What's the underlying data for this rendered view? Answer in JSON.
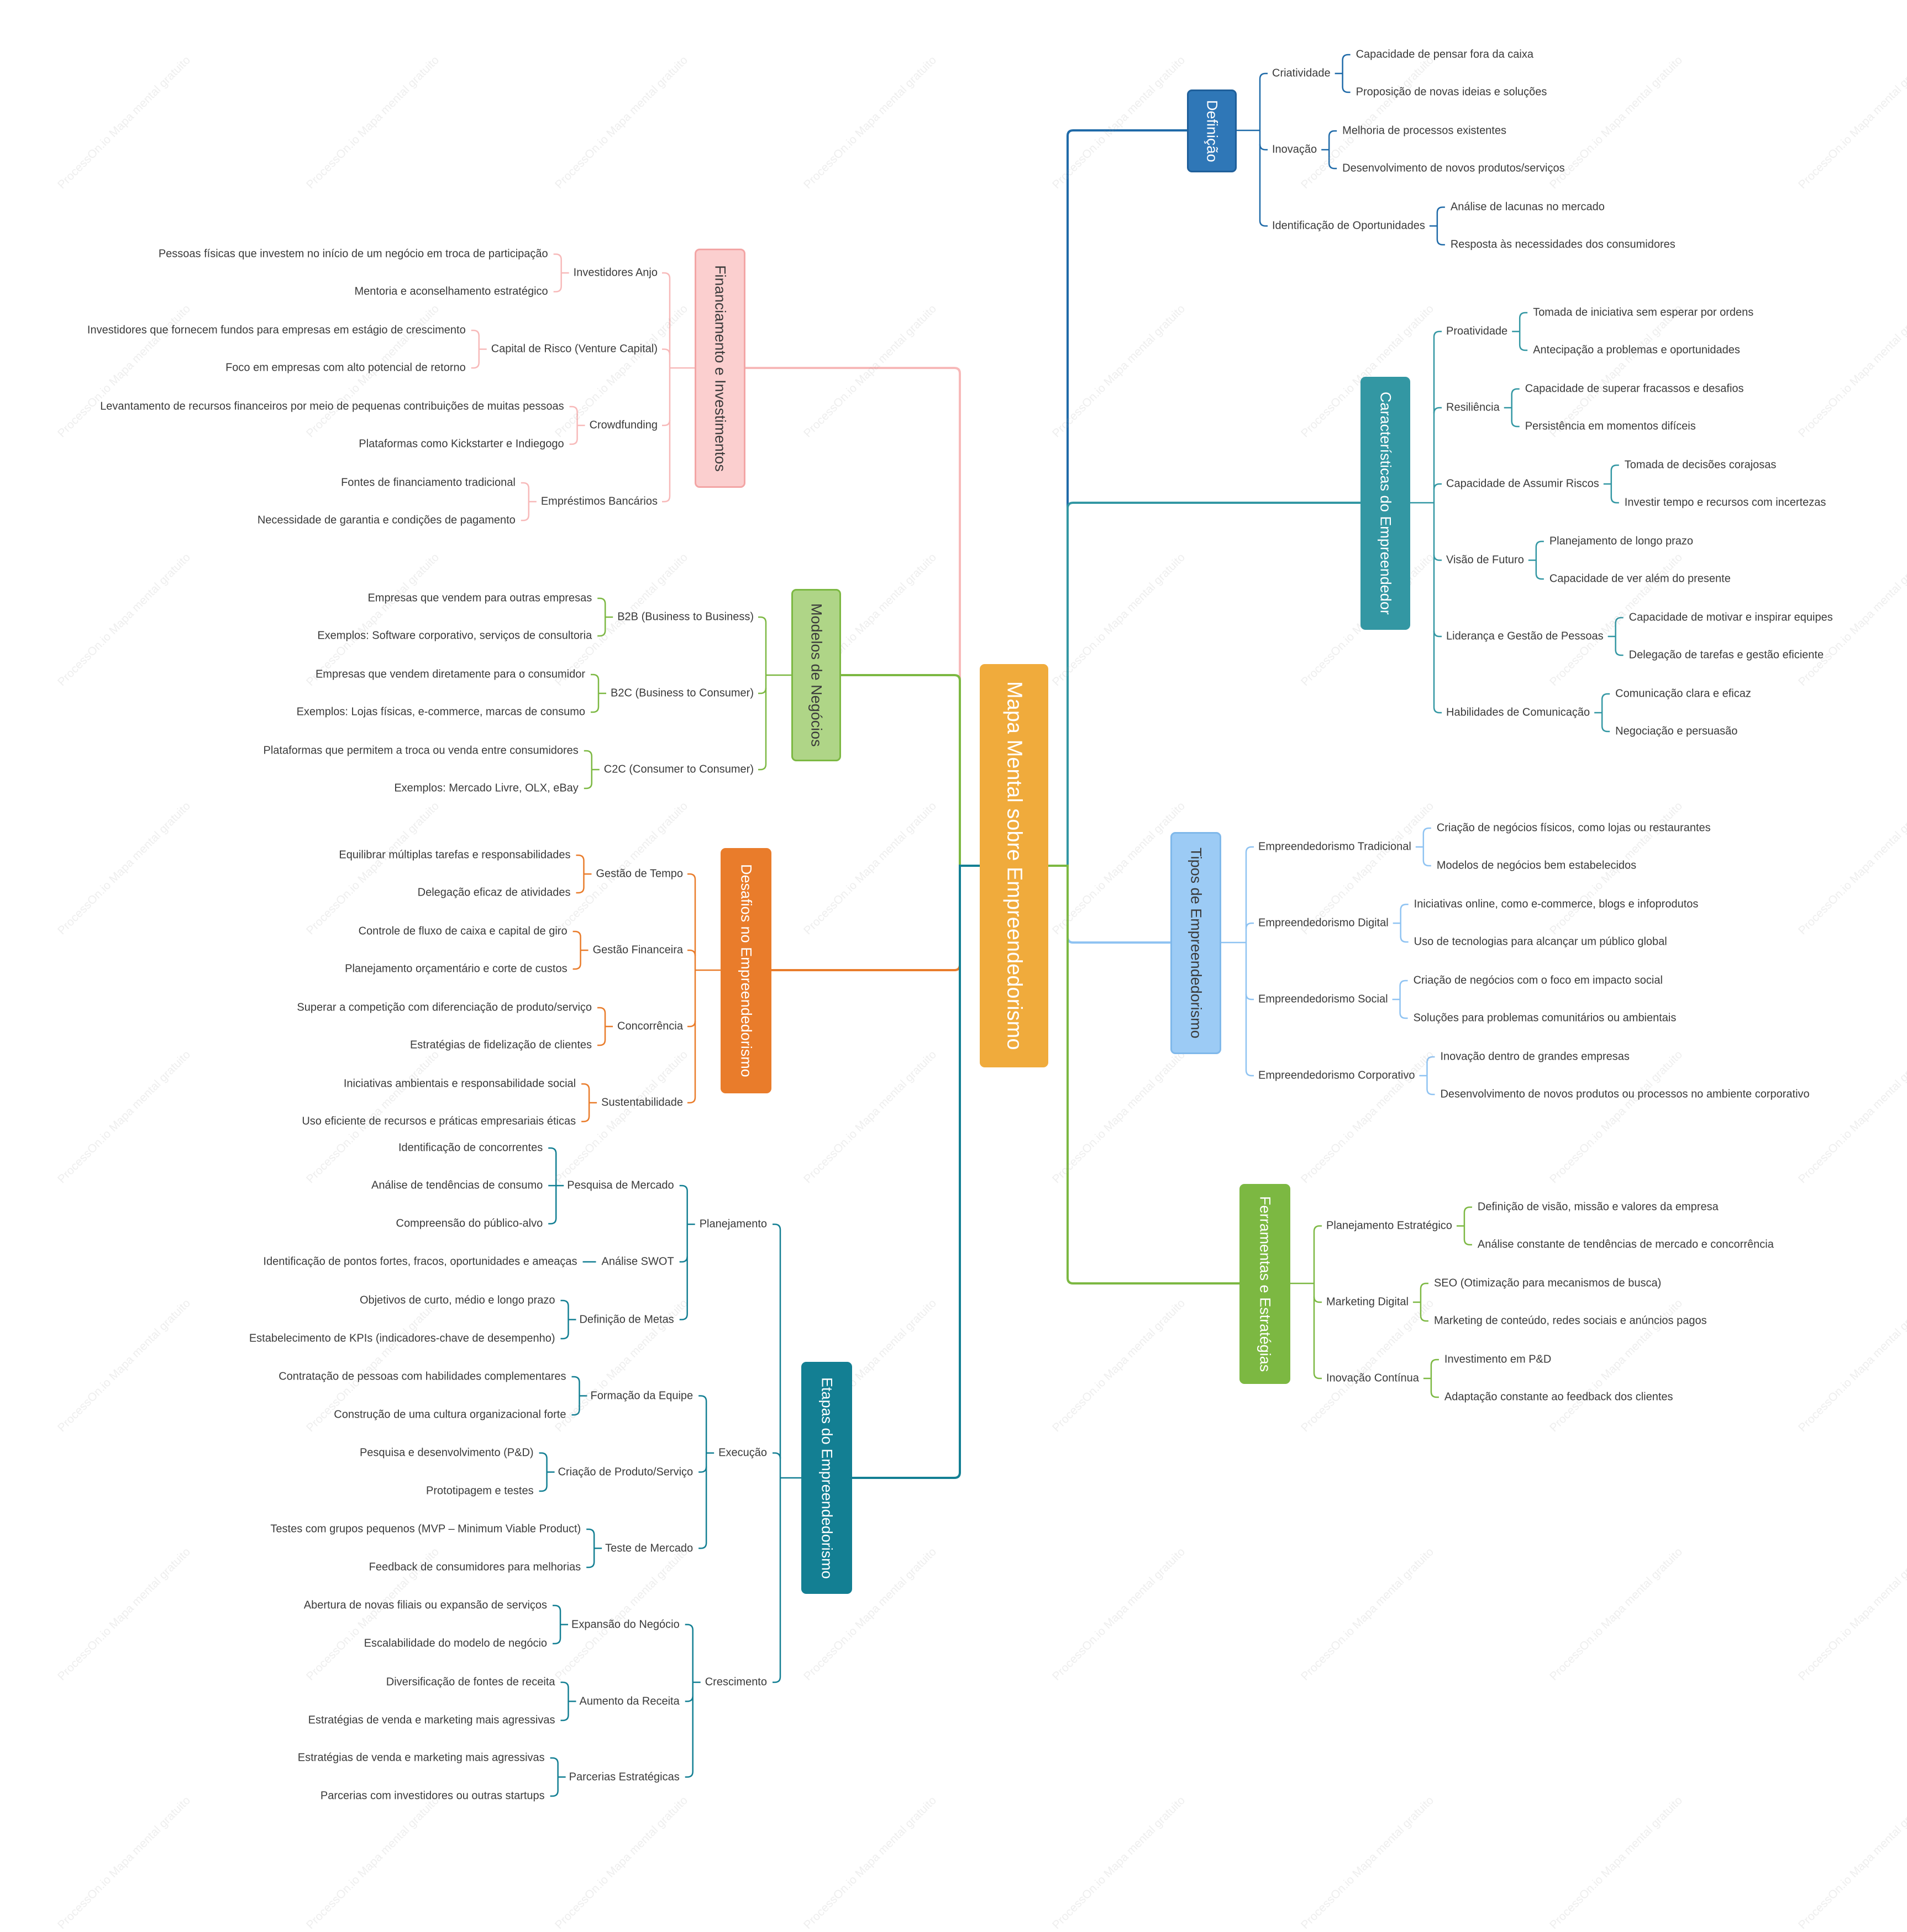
{
  "root": {
    "label": "Mapa Mental sobre Empreendedorismo",
    "color": "#f0ab3c"
  },
  "watermark": "ProcessOn.io Mapa mental gratuito",
  "branches": [
    {
      "label": "Definição",
      "color": "#2f77b7",
      "children": [
        {
          "label": "Criatividade",
          "children": [
            "Capacidade de pensar fora da caixa",
            "Proposição de novas ideias e soluções"
          ]
        },
        {
          "label": "Inovação",
          "children": [
            "Melhoria de processos existentes",
            "Desenvolvimento de novos produtos/serviços"
          ]
        },
        {
          "label": "Identificação de Oportunidades",
          "children": [
            "Análise de lacunas no mercado",
            "Resposta às necessidades dos consumidores"
          ]
        }
      ]
    },
    {
      "label": "Características do Empreendedor",
      "color": "#3397a3",
      "children": [
        {
          "label": "Proatividade",
          "children": [
            "Tomada de iniciativa sem esperar por ordens",
            "Antecipação a problemas e oportunidades"
          ]
        },
        {
          "label": "Resiliência",
          "children": [
            "Capacidade de superar fracassos e desafios",
            "Persistência em momentos difíceis"
          ]
        },
        {
          "label": "Capacidade de Assumir Riscos",
          "children": [
            "Tomada de decisões corajosas",
            "Investir tempo e recursos com incertezas"
          ]
        },
        {
          "label": "Visão de Futuro",
          "children": [
            "Planejamento de longo prazo",
            "Capacidade de ver além do presente"
          ]
        },
        {
          "label": "Liderança e Gestão de Pessoas",
          "children": [
            "Capacidade de motivar e inspirar equipes",
            "Delegação de tarefas e gestão eficiente"
          ]
        },
        {
          "label": "Habilidades de Comunicação",
          "children": [
            "Comunicação clara e eficaz",
            "Negociação e persuasão"
          ]
        }
      ]
    },
    {
      "label": "Tipos de Empreendedorismo",
      "color": "#9ccbf5",
      "children": [
        {
          "label": "Empreendedorismo Tradicional",
          "children": [
            "Criação de negócios físicos, como lojas ou restaurantes",
            "Modelos de negócios bem estabelecidos"
          ]
        },
        {
          "label": "Empreendedorismo Digital",
          "children": [
            "Iniciativas online, como e-commerce, blogs e infoprodutos",
            "Uso de tecnologias para alcançar um público global"
          ]
        },
        {
          "label": "Empreendedorismo Social",
          "children": [
            "Criação de negócios com o foco em impacto social",
            "Soluções para problemas comunitários ou ambientais"
          ]
        },
        {
          "label": "Empreendedorismo Corporativo",
          "children": [
            "Inovação dentro de grandes empresas",
            "Desenvolvimento de novos produtos ou processos no ambiente corporativo"
          ]
        }
      ]
    },
    {
      "label": "Ferramentas e Estratégias",
      "color": "#7cb842",
      "children": [
        {
          "label": "Planejamento Estratégico",
          "children": [
            "Definição de visão, missão e valores da empresa",
            "Análise constante de tendências de mercado e concorrência"
          ]
        },
        {
          "label": "Marketing Digital",
          "children": [
            "SEO (Otimização para mecanismos de busca)",
            "Marketing de conteúdo, redes sociais e anúncios pagos"
          ]
        },
        {
          "label": "Inovação Contínua",
          "children": [
            "Investimento em P&D",
            "Adaptação constante ao feedback dos clientes"
          ]
        }
      ]
    },
    {
      "label": "Financiamento e Investimentos",
      "color": "#fbcfcf",
      "children": [
        {
          "label": "Investidores Anjo",
          "children": [
            "Pessoas físicas que investem no início de um negócio em troca de participação",
            "Mentoria e aconselhamento estratégico"
          ]
        },
        {
          "label": "Capital de Risco (Venture Capital)",
          "children": [
            "Investidores que fornecem fundos para empresas em estágio de crescimento",
            "Foco em empresas com alto potencial de retorno"
          ]
        },
        {
          "label": "Crowdfunding",
          "children": [
            "Levantamento de recursos financeiros por meio de pequenas contribuições de muitas pessoas",
            "Plataformas como Kickstarter e Indiegogo"
          ]
        },
        {
          "label": "Empréstimos Bancários",
          "children": [
            "Fontes de financiamento tradicional",
            "Necessidade de garantia e condições de pagamento"
          ]
        }
      ]
    },
    {
      "label": "Modelos de Negócios",
      "color": "#afd587",
      "children": [
        {
          "label": "B2B (Business to Business)",
          "children": [
            "Empresas que vendem para outras empresas",
            "Exemplos: Software corporativo, serviços de consultoria"
          ]
        },
        {
          "label": "B2C (Business to Consumer)",
          "children": [
            "Empresas que vendem diretamente para o consumidor",
            "Exemplos: Lojas físicas, e-commerce, marcas de consumo"
          ]
        },
        {
          "label": "C2C (Consumer to Consumer)",
          "children": [
            "Plataformas que permitem a troca ou venda entre consumidores",
            "Exemplos: Mercado Livre, OLX, eBay"
          ]
        }
      ]
    },
    {
      "label": "Desafios no Empreendedorismo",
      "color": "#e97c2b",
      "children": [
        {
          "label": "Gestão de Tempo",
          "children": [
            "Equilibrar múltiplas tarefas e responsabilidades",
            "Delegação eficaz de atividades"
          ]
        },
        {
          "label": "Gestão Financeira",
          "children": [
            "Controle de fluxo de caixa e capital de giro",
            "Planejamento orçamentário e corte de custos"
          ]
        },
        {
          "label": "Concorrência",
          "children": [
            "Superar a competição com diferenciação de produto/serviço",
            "Estratégias de fidelização de clientes"
          ]
        },
        {
          "label": "Sustentabilidade",
          "children": [
            "Iniciativas ambientais e responsabilidade social",
            "Uso eficiente de recursos e práticas empresariais éticas"
          ]
        }
      ]
    },
    {
      "label": "Etapas do Empreendedorismo",
      "color": "#137f93",
      "children": [
        {
          "label": "Planejamento",
          "children": [
            {
              "label": "Pesquisa de Mercado",
              "children": [
                "Identificação de concorrentes",
                "Análise de tendências de consumo",
                "Compreensão do público-alvo"
              ]
            },
            {
              "label": "Análise SWOT",
              "children": [
                "Identificação de pontos fortes, fracos, oportunidades e ameaças"
              ]
            },
            {
              "label": "Definição de Metas",
              "children": [
                "Objetivos de curto, médio e longo prazo",
                "Estabelecimento de KPIs (indicadores-chave de desempenho)"
              ]
            }
          ]
        },
        {
          "label": "Execução",
          "children": [
            {
              "label": "Formação da Equipe",
              "children": [
                "Contratação de pessoas com habilidades complementares",
                "Construção de uma cultura organizacional forte"
              ]
            },
            {
              "label": "Criação de Produto/Serviço",
              "children": [
                "Pesquisa e desenvolvimento (P&D)",
                "Prototipagem e testes"
              ]
            },
            {
              "label": "Teste de Mercado",
              "children": [
                "Testes com grupos pequenos (MVP – Minimum Viable Product)",
                "Feedback de consumidores para melhorias"
              ]
            }
          ]
        },
        {
          "label": "Crescimento",
          "children": [
            {
              "label": "Expansão do Negócio",
              "children": [
                "Abertura de novas filiais ou expansão de serviços",
                "Escalabilidade do modelo de negócio"
              ]
            },
            {
              "label": "Aumento da Receita",
              "children": [
                "Diversificação de fontes de receita",
                "Estratégias de venda e marketing mais agressivas"
              ]
            },
            {
              "label": "Parcerias Estratégicas",
              "children": [
                "Estratégias de venda e marketing mais agressivas",
                "Parcerias com investidores ou outras startups"
              ]
            }
          ]
        }
      ]
    }
  ]
}
